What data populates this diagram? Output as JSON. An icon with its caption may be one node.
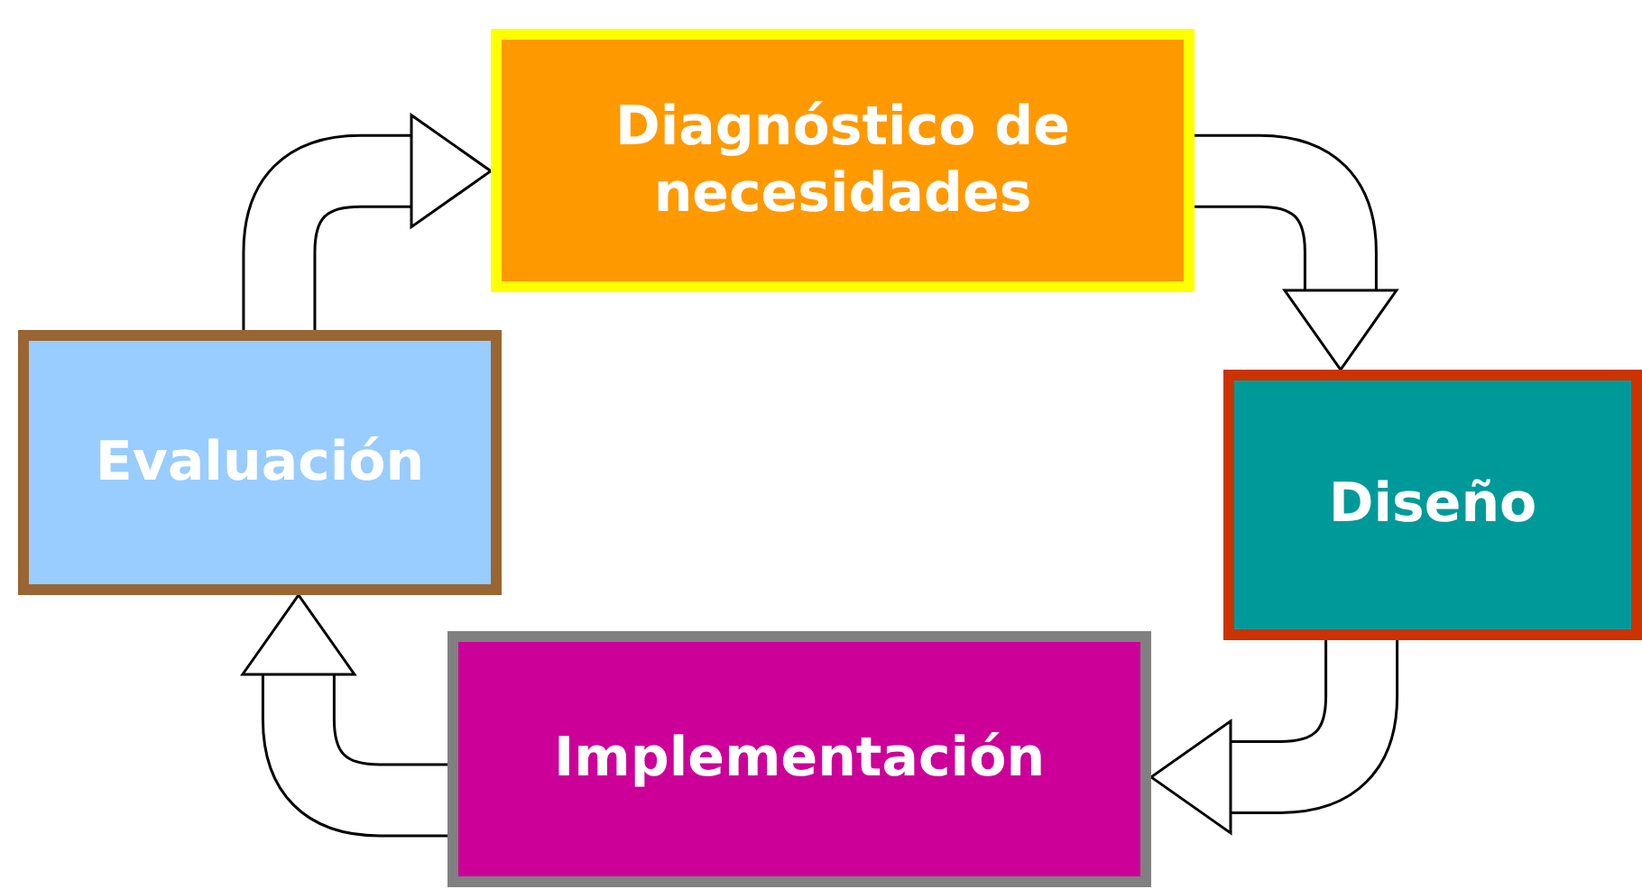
{
  "diagram": {
    "nodes": [
      {
        "text": [
          "Diagnóstico de necesidades"
        ]
      },
      {
        "text": [
          "Diseño"
        ]
      },
      {
        "text": [
          "Implementación"
        ]
      },
      {
        "text": [
          "Evaluación"
        ]
      }
    ],
    "edges": [
      {
        "from": 0,
        "to": 1,
        "arrow": "to"
      },
      {
        "from": 1,
        "to": 2,
        "arrow": "to"
      },
      {
        "from": 2,
        "to": 3,
        "arrow": "to"
      },
      {
        "from": 3,
        "to": 0,
        "arrow": "to"
      }
    ]
  }
}
